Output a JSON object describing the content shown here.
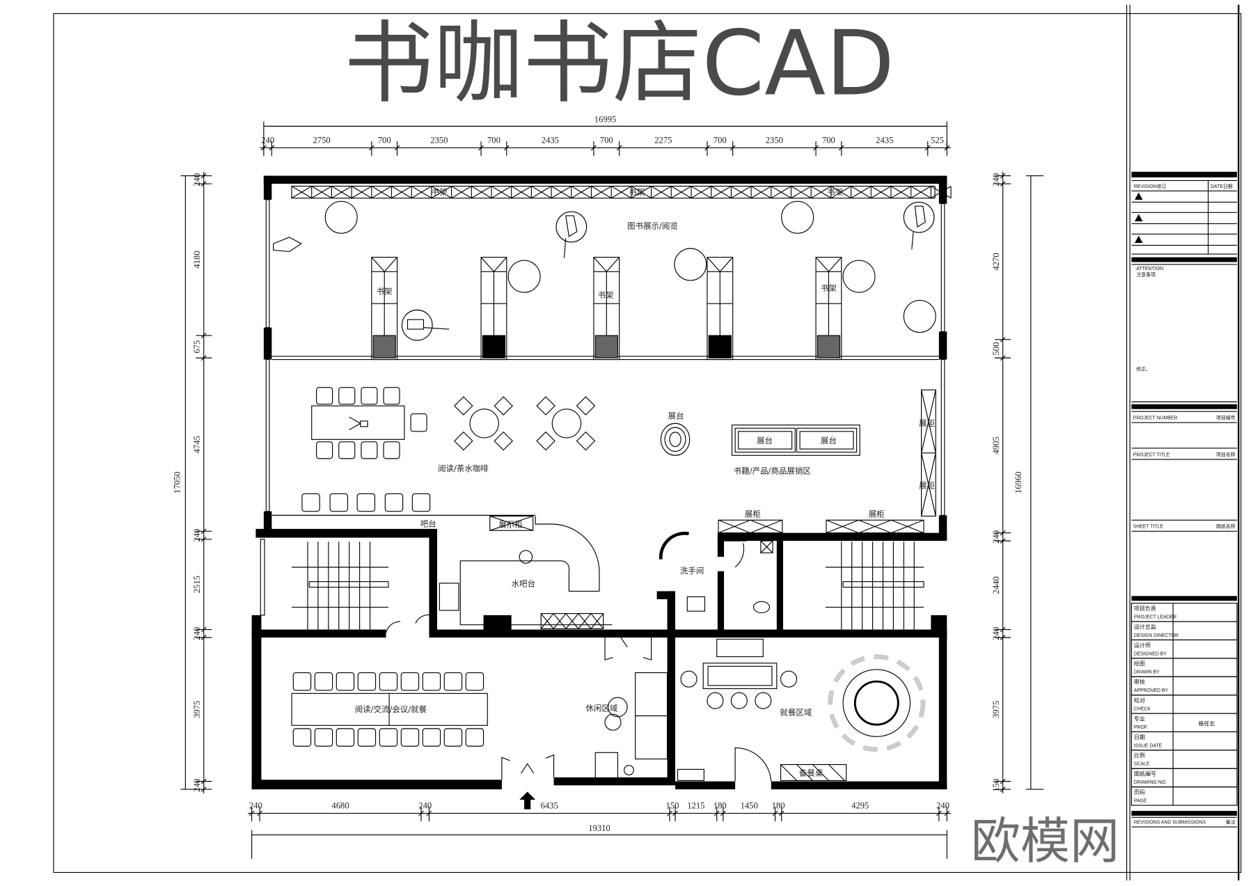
{
  "title": "书咖书店CAD",
  "watermark": "欧模网",
  "colors": {
    "title": "#4a4a4a",
    "lines": "#000000",
    "watermark": "#555555",
    "background": "#ffffff"
  },
  "dimensions": {
    "top_total": "16995",
    "top": [
      "240",
      "2750",
      "700",
      "2350",
      "700",
      "2435",
      "700",
      "2275",
      "700",
      "2350",
      "700",
      "2435",
      "525"
    ],
    "left_total": "17050",
    "left": [
      "240",
      "4180",
      "675",
      "4745",
      "240",
      "2515",
      "240",
      "3975",
      "240"
    ],
    "right_total": "16960",
    "right": [
      "240",
      "4270",
      "500",
      "4905",
      "240",
      "2440",
      "240",
      "3975",
      "150"
    ],
    "bottom_total": "19310",
    "bottom": [
      "240",
      "4680",
      "240",
      "6435",
      "150",
      "1215",
      "180",
      "1450",
      "180",
      "4295",
      "240"
    ]
  },
  "rooms": {
    "book_display": "图书展示/阅览",
    "shelf": "书架",
    "reading_cafe": "阅读/茶水咖啡",
    "stand": "展台",
    "sales_area": "书籍/产品/商品展销区",
    "cabinet": "展柜",
    "bar": "吧台",
    "display_cabinet": "展示柜",
    "water_bar": "水吧台",
    "restroom": "洗手间",
    "meeting": "阅读/交流/会议/就餐",
    "lounge": "休闲区域",
    "dining": "就餐区域",
    "prep_table": "备餐桌"
  },
  "title_block": {
    "revision": "REVISION修订",
    "date": "DATE日期",
    "attention_en": "ATTENTION:",
    "attention_cn": "注意事项:",
    "correction": "修正。",
    "project_number": "PROJECT NUMBER",
    "project_number_cn": "项目编号",
    "project_title": "PROJECT TITLE",
    "project_title_cn": "项目名称",
    "sheet_title": "SHEET TITLE",
    "sheet_title_cn": "图纸名称",
    "rows": [
      {
        "cn": "项目负责",
        "en": "PROJECT LEADER",
        "value": ""
      },
      {
        "cn": "设计总监",
        "en": "DESIGN DINECTOR",
        "value": ""
      },
      {
        "cn": "设计师",
        "en": "DESIGNED BY",
        "value": ""
      },
      {
        "cn": "绘图",
        "en": "DRAWN BY",
        "value": ""
      },
      {
        "cn": "审核",
        "en": "APPROVED BY",
        "value": ""
      },
      {
        "cn": "校对",
        "en": "CHECK",
        "value": ""
      },
      {
        "cn": "专业",
        "en": "PROF.",
        "value": "格任玄"
      },
      {
        "cn": "日期",
        "en": "ISSUE DATE",
        "value": ""
      },
      {
        "cn": "比例",
        "en": "SCALE",
        "value": ""
      },
      {
        "cn": "图纸编号",
        "en": "DRAWING NO.",
        "value": ""
      },
      {
        "cn": "页码",
        "en": "PAGE",
        "value": ""
      }
    ],
    "revisions_submissions": "REVISIONS AND SUBMISSIONS",
    "remarks": "备注"
  }
}
